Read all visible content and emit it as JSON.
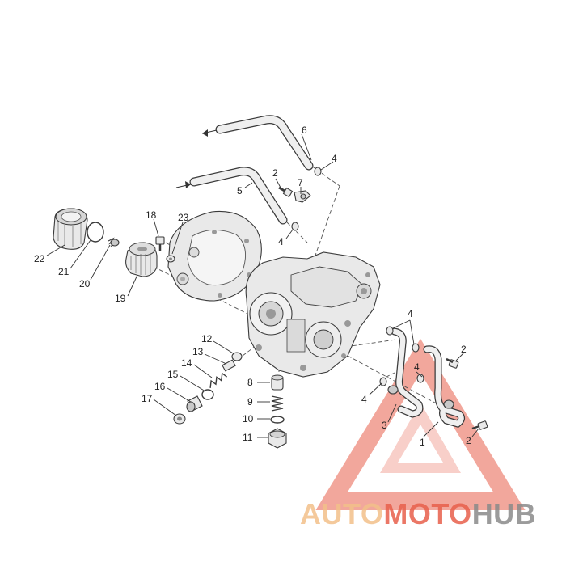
{
  "diagram": {
    "callouts": [
      {
        "id": "c1",
        "text": "1"
      },
      {
        "id": "c2a",
        "text": "2"
      },
      {
        "id": "c2b",
        "text": "2"
      },
      {
        "id": "c2c",
        "text": "2"
      },
      {
        "id": "c3",
        "text": "3"
      },
      {
        "id": "c4a",
        "text": "4"
      },
      {
        "id": "c4b",
        "text": "4"
      },
      {
        "id": "c4c",
        "text": "4"
      },
      {
        "id": "c4d",
        "text": "4"
      },
      {
        "id": "c4e",
        "text": "4"
      },
      {
        "id": "c5",
        "text": "5"
      },
      {
        "id": "c6",
        "text": "6"
      },
      {
        "id": "c7",
        "text": "7"
      },
      {
        "id": "c8",
        "text": "8"
      },
      {
        "id": "c9",
        "text": "9"
      },
      {
        "id": "c10",
        "text": "10"
      },
      {
        "id": "c11",
        "text": "11"
      },
      {
        "id": "c12",
        "text": "12"
      },
      {
        "id": "c13",
        "text": "13"
      },
      {
        "id": "c14",
        "text": "14"
      },
      {
        "id": "c15",
        "text": "15"
      },
      {
        "id": "c16",
        "text": "16"
      },
      {
        "id": "c17",
        "text": "17"
      },
      {
        "id": "c18",
        "text": "18"
      },
      {
        "id": "c19",
        "text": "19"
      },
      {
        "id": "c20",
        "text": "20"
      },
      {
        "id": "c21",
        "text": "21"
      },
      {
        "id": "c22",
        "text": "22"
      },
      {
        "id": "c23",
        "text": "23"
      }
    ]
  },
  "watermark": {
    "part1": "AUTO",
    "part2": "MOTO",
    "part3": "HUB",
    "colors": {
      "auto": "#f3c08a",
      "moto": "#e8604c",
      "hub": "#8a8a8a",
      "triangle": "#e8604c"
    }
  }
}
